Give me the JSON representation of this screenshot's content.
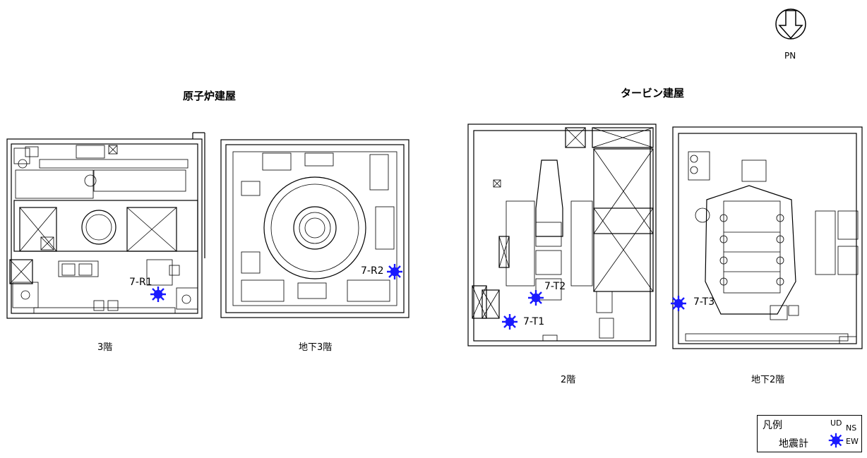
{
  "north": {
    "label": "PN"
  },
  "buildings": {
    "reactor": {
      "title": "原子炉建屋",
      "floors": [
        "3階",
        "地下3階"
      ]
    },
    "turbine": {
      "title": "タービン建屋",
      "floors": [
        "2階",
        "地下2階"
      ]
    }
  },
  "sensors": [
    {
      "id": "7-R1",
      "color": "#1a1aff"
    },
    {
      "id": "7-R2",
      "color": "#1a1aff"
    },
    {
      "id": "7-T1",
      "color": "#1a1aff"
    },
    {
      "id": "7-T2",
      "color": "#1a1aff"
    },
    {
      "id": "7-T3",
      "color": "#1a1aff"
    }
  ],
  "legend": {
    "title": "凡例",
    "item": "地震計",
    "ud": "UD",
    "ns": "NS",
    "ew": "EW",
    "icon": "seismometer-icon"
  },
  "colors": {
    "sensor": "#1a1aff",
    "line": "#000000"
  }
}
